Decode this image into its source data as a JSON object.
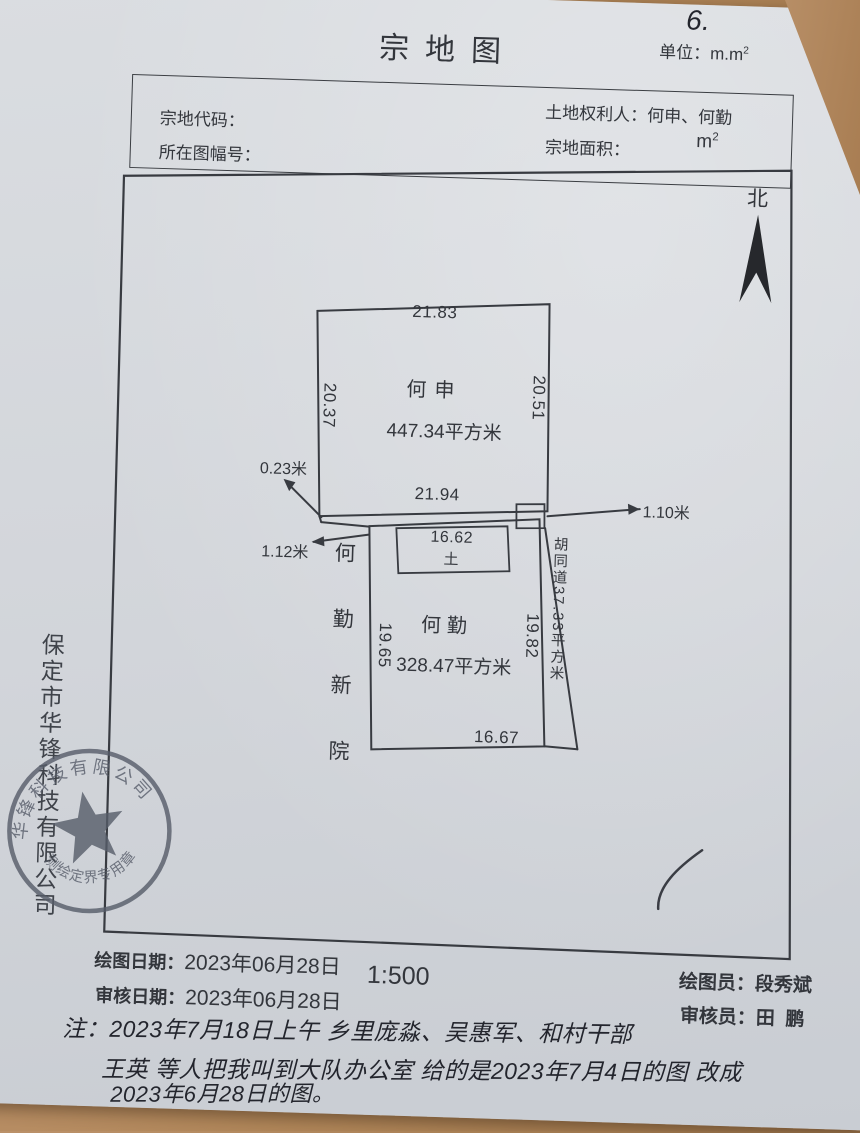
{
  "colors": {
    "desk": "#b08659",
    "paper": "#d5d8dc",
    "ink": "#33363c",
    "seal": "#565c69",
    "handwriting": "#23252d"
  },
  "annotations": {
    "top_right_number": "6.",
    "note_line1": "注：2023年7月18日上午 乡里庞淼、吴惠军、和村干部",
    "note_line2": "王英 等人把我叫到大队办公室 给的是2023年7月4日的图 改成",
    "note_line3": "2023年6月28日的图。"
  },
  "title": {
    "text": "宗地图",
    "unit_label": "单位：m.m",
    "unit_sup": "2"
  },
  "header": {
    "parcel_code_label": "宗地代码：",
    "map_sheet_label": "所在图幅号：",
    "rights_holder_label": "土地权利人：",
    "rights_holder_value": "何申、何勤",
    "parcel_area_label": "宗地面积：",
    "parcel_area_unit": "m",
    "parcel_area_unit_sup": "2"
  },
  "compass": {
    "north_label": "北"
  },
  "plot_top": {
    "owner": "何申",
    "area": "447.34平方米",
    "dim_top": "21.83",
    "dim_left": "20.37",
    "dim_right": "20.51",
    "dim_bottom": "21.94"
  },
  "plot_bottom": {
    "owner": "何勤",
    "area": "328.47平方米",
    "dim_left": "19.65",
    "dim_right": "19.82",
    "dim_bottom": "16.67",
    "inner_dim": "16.62",
    "inner_label": "土"
  },
  "offsets": {
    "offset_1": "0.23米",
    "offset_2": "1.12米",
    "offset_3": "1.10米"
  },
  "labels": {
    "west_yard": "何勤新院",
    "alley": "胡同道37.33平方米",
    "company_side": "保定市华锋科技有限公司"
  },
  "stamp": {
    "arc_top": "华锋科技有限公司",
    "arc_bottom": "测绘定界专用章"
  },
  "footer": {
    "draw_date_label": "绘图日期：",
    "draw_date_value": "2023年06月28日",
    "review_date_label": "审核日期：",
    "review_date_value": "2023年06月28日",
    "scale": "1:500",
    "drafter_label": "绘图员：",
    "drafter_value": "段秀斌",
    "reviewer_label": "审核员：",
    "reviewer_value": "田  鹏"
  }
}
